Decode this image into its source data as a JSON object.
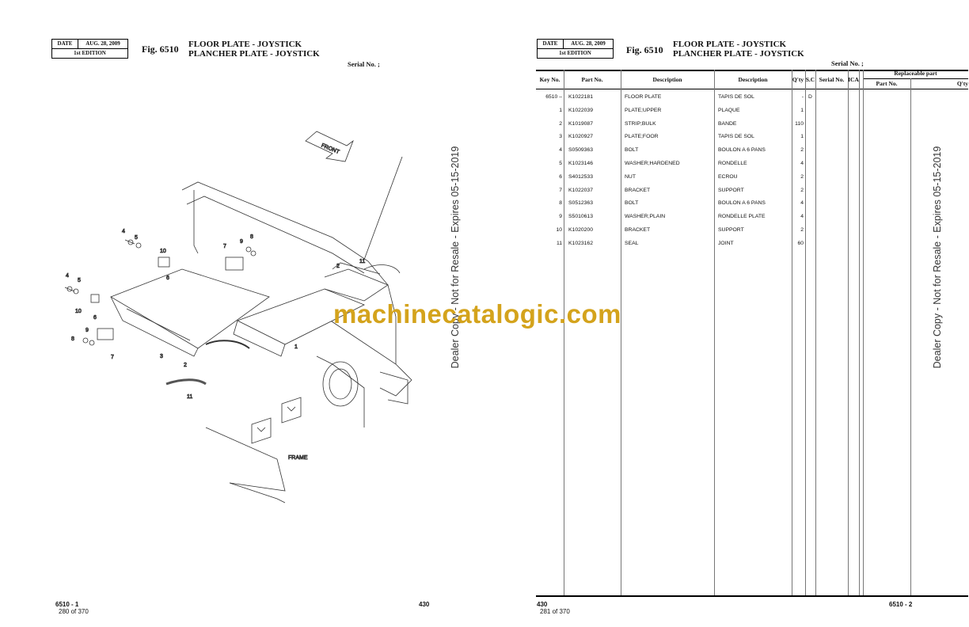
{
  "left": {
    "date_label": "DATE",
    "date_value": "AUG. 28, 2009",
    "edition": "1st EDITION",
    "fig_no": "Fig. 6510",
    "title_en": "FLOOR PLATE - JOYSTICK",
    "title_fr": "PLANCHER PLATE - JOYSTICK",
    "serial": "Serial No. ;",
    "footer_code": "6510 - 1",
    "footer_pages": "280 of 370",
    "footer_page_no": "430",
    "diagram": {
      "front_label": "FRONT",
      "frame_label": "FRAME",
      "callouts": [
        "4",
        "5",
        "10",
        "6",
        "7",
        "9",
        "8",
        "2",
        "11",
        "1",
        "3",
        "5",
        "6",
        "4",
        "10",
        "9",
        "8",
        "7",
        "11",
        "2"
      ]
    }
  },
  "right": {
    "date_label": "DATE",
    "date_value": "AUG. 28, 2009",
    "edition": "1st EDITION",
    "fig_no": "Fig. 6510",
    "title_en": "FLOOR PLATE - JOYSTICK",
    "title_fr": "PLANCHER PLATE - JOYSTICK",
    "serial": "Serial No. ;",
    "footer_page_no": "430",
    "footer_pages": "281 of 370",
    "footer_code": "6510 - 2",
    "table": {
      "headers": {
        "key_no": "Key No.",
        "part_no": "Part No.",
        "desc_en": "Description",
        "desc_fr": "Description",
        "qty": "Q'ty",
        "sc": "S.C",
        "serial_no": "Serial No.",
        "ica": "ICA",
        "replaceable": "Replaceable part",
        "rep_part_no": "Part No.",
        "rep_qty": "Q'ty"
      },
      "rows": [
        {
          "key": "6510 –",
          "part": "K1022181",
          "en": "FLOOR PLATE",
          "fr": "TAPIS DE SOL",
          "qty": "-",
          "sc": "D"
        },
        {
          "key": "1",
          "part": "K1022039",
          "en": "PLATE;UPPER",
          "fr": "PLAQUE",
          "qty": "1",
          "sc": ""
        },
        {
          "key": "2",
          "part": "K1019087",
          "en": "STRIP;BULK",
          "fr": "BANDE",
          "qty": "110",
          "sc": ""
        },
        {
          "key": "3",
          "part": "K1020927",
          "en": "PLATE;FOOR",
          "fr": "TAPIS DE SOL",
          "qty": "1",
          "sc": ""
        },
        {
          "key": "4",
          "part": "S0509363",
          "en": "BOLT",
          "fr": "BOULON A 6 PANS",
          "qty": "2",
          "sc": ""
        },
        {
          "key": "5",
          "part": "K1023146",
          "en": "WASHER;HARDENED",
          "fr": "RONDELLE",
          "qty": "4",
          "sc": ""
        },
        {
          "key": "6",
          "part": "S4012533",
          "en": "NUT",
          "fr": "ECROU",
          "qty": "2",
          "sc": ""
        },
        {
          "key": "7",
          "part": "K1022037",
          "en": "BRACKET",
          "fr": "SUPPORT",
          "qty": "2",
          "sc": ""
        },
        {
          "key": "8",
          "part": "S0512363",
          "en": "BOLT",
          "fr": "BOULON A 6 PANS",
          "qty": "4",
          "sc": ""
        },
        {
          "key": "9",
          "part": "S5010613",
          "en": "WASHER;PLAIN",
          "fr": "RONDELLE PLATE",
          "qty": "4",
          "sc": ""
        },
        {
          "key": "10",
          "part": "K1020200",
          "en": "BRACKET",
          "fr": "SUPPORT",
          "qty": "2",
          "sc": ""
        },
        {
          "key": "11",
          "part": "K1023162",
          "en": "SEAL",
          "fr": "JOINT",
          "qty": "60",
          "sc": ""
        }
      ]
    }
  },
  "watermark": {
    "vertical_text": "Dealer Copy - Not for Resale - Expires 05-15-2019",
    "brand": "machinecatalogic.com"
  }
}
